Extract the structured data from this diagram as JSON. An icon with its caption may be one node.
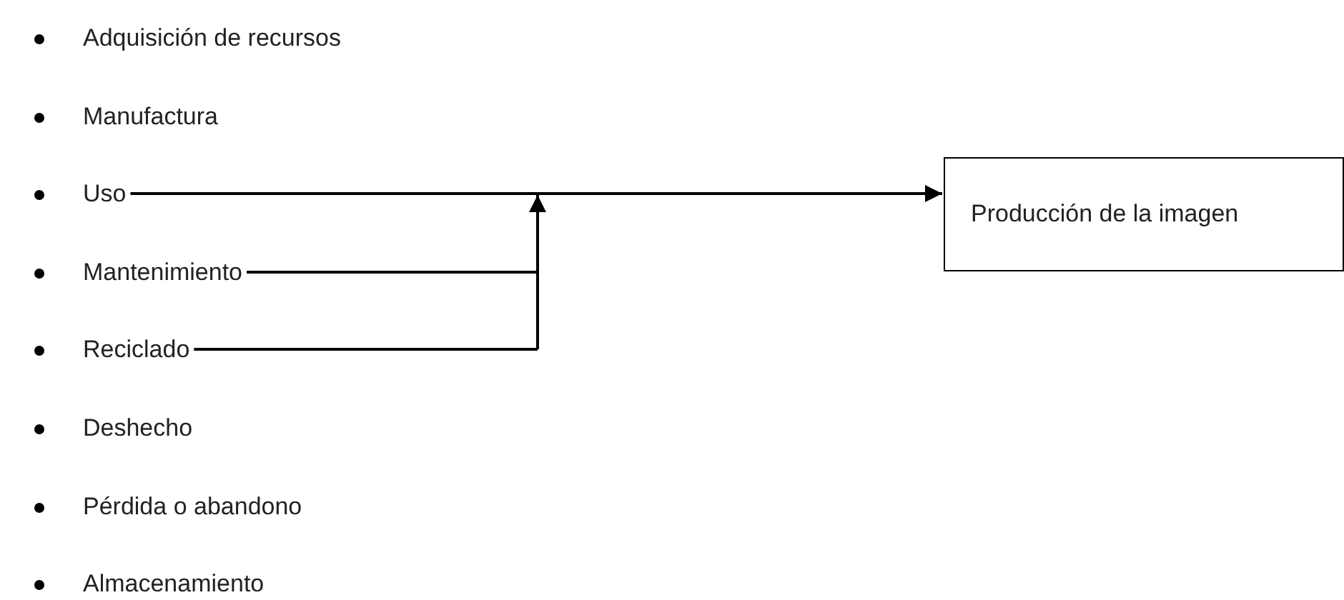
{
  "diagram": {
    "nodes": [
      {
        "text": [
          "Uso"
        ]
      },
      {
        "text": [
          "Mantenimiento"
        ]
      },
      {
        "text": [
          "Reciclado"
        ]
      },
      {
        "text": [
          "Producción de la imagen"
        ]
      }
    ],
    "edges": [
      {
        "from": 0,
        "to": 3,
        "arrow": "to"
      },
      {
        "from": 1,
        "to": 3,
        "arrow": "to"
      },
      {
        "from": 2,
        "to": 3,
        "arrow": "to"
      }
    ],
    "labels": [
      "Adquisición de recursos",
      "Manufactura",
      "Deshecho",
      "Pérdida o abandono",
      "Almacenamiento"
    ]
  }
}
